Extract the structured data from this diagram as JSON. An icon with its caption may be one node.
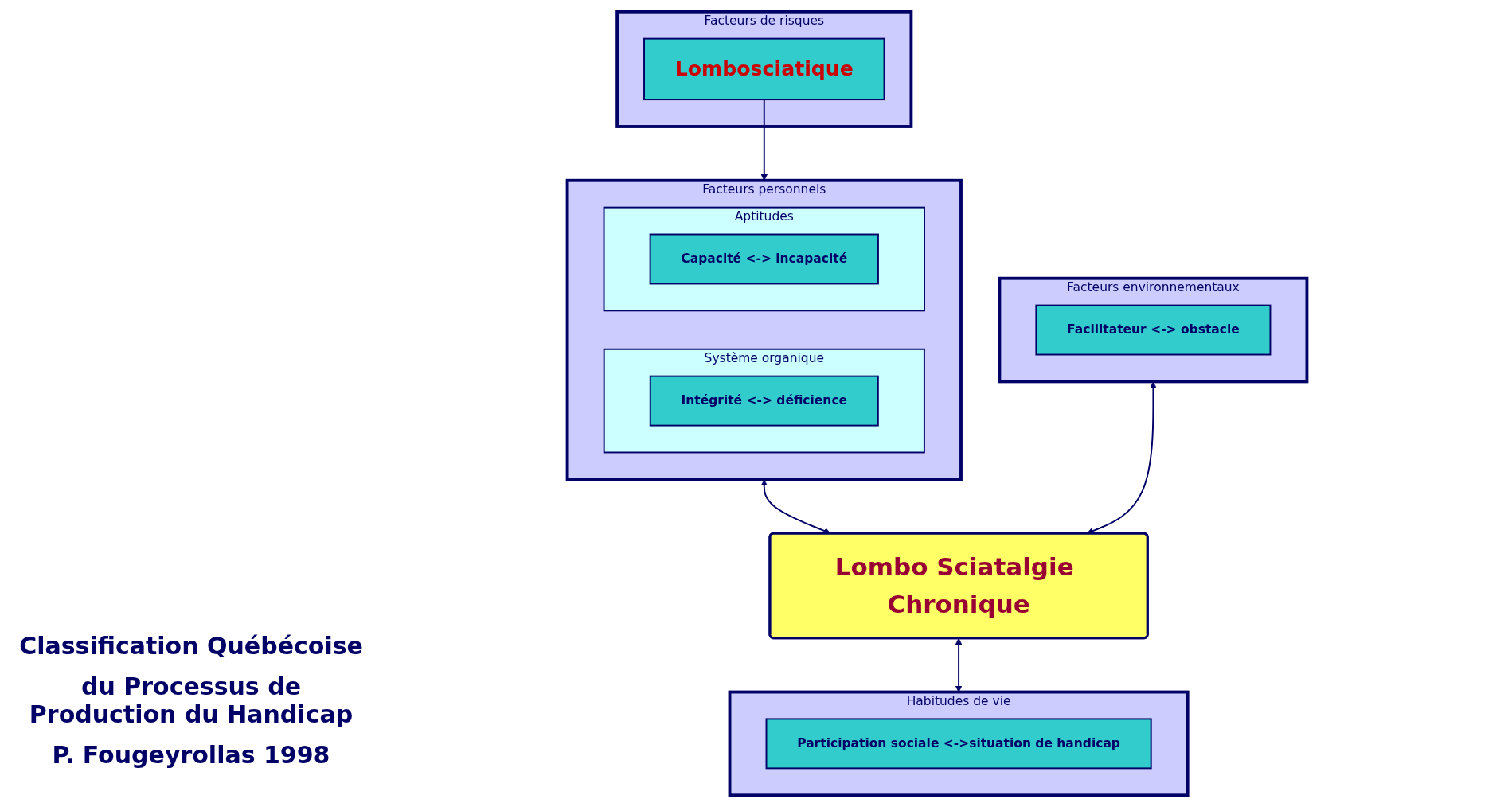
{
  "diagram": {
    "nodes": [
      {
        "text": [
          "Facteurs de risques"
        ]
      },
      {
        "text": [
          "Lombosciatique"
        ],
        "in": 0
      },
      {
        "text": [
          "Facteurs personnels"
        ]
      },
      {
        "text": [
          "Système organique"
        ],
        "in": 2
      },
      {
        "text": [
          "Intégrité <-> déficience"
        ],
        "in": 3
      },
      {
        "text": [
          "Aptitudes"
        ],
        "in": 2
      },
      {
        "text": [
          "Capacité <-> incapacité"
        ],
        "in": 5
      },
      {
        "text": [
          "Facteurs environnementaux"
        ]
      },
      {
        "text": [
          "Facilitateur <-> obstacle"
        ],
        "in": 7
      },
      {
        "text": [
          "Lombo Sciatalgie Chronique"
        ]
      },
      {
        "text": [
          "Habitudes de vie"
        ]
      },
      {
        "text": [
          "Participation sociale <->situation de handicap"
        ],
        "in": 10
      }
    ],
    "edges": [
      {
        "from": 1,
        "to": 2,
        "arrow": "to"
      },
      {
        "from": 2,
        "to": 9,
        "arrow": "both"
      },
      {
        "from": 7,
        "to": 9,
        "arrow": "both"
      },
      {
        "from": 9,
        "to": 10,
        "arrow": "both"
      }
    ],
    "labels": [
      "Classification Québécoise",
      "du Processus de Production du Handicap",
      "P. Fougeyrollas 1998"
    ]
  }
}
